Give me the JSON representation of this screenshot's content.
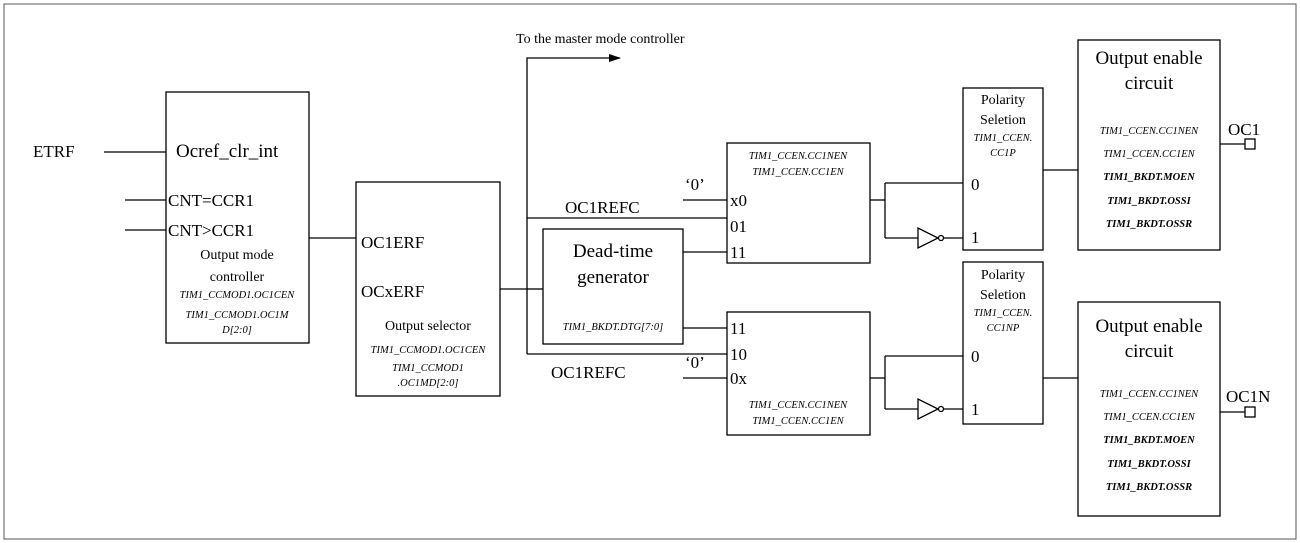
{
  "master_mode_label": "To the master mode controller",
  "inputs": {
    "etrf": "ETRF"
  },
  "ocref_block": {
    "title": "Ocref_clr_int",
    "cnt_eq": "CNT=CCR1",
    "cnt_gt": "CNT>CCR1",
    "controller_line1": "Output mode",
    "controller_line2": "controller",
    "reg1": "TIM1_CCMOD1.OC1CEN",
    "reg2_line1": "TIM1_CCMOD1.OC1M",
    "reg2_line2": "D[2:0]"
  },
  "output_selector": {
    "oc1erf": "OC1ERF",
    "ocxerf": "OCxERF",
    "title": "Output selector",
    "reg1": "TIM1_CCMOD1.OC1CEN",
    "reg2_line1": "TIM1_CCMOD1",
    "reg2_line2": ".OC1MD[2:0]"
  },
  "dead_time": {
    "line1": "Dead-time",
    "line2": "generator",
    "reg": "TIM1_BKDT.DTG[7:0]"
  },
  "signals": {
    "oc1refc_top": "OC1REFC",
    "oc1refc_bottom": "OC1REFC",
    "zero_top": "‘0’",
    "zero_bottom": "‘0’"
  },
  "mux_top": {
    "reg1": "TIM1_CCEN.CC1NEN",
    "reg2": "TIM1_CCEN.CC1EN",
    "in_x0": "x0",
    "in_01": "01",
    "in_11": "11"
  },
  "mux_bottom": {
    "in_11": "11",
    "in_10": "10",
    "in_0x": "0x",
    "reg1": "TIM1_CCEN.CC1NEN",
    "reg2": "TIM1_CCEN.CC1EN"
  },
  "polarity_top": {
    "line1": "Polarity",
    "line2": "Seletion",
    "reg_line1": "TIM1_CCEN.",
    "reg_line2": "CC1P",
    "in0": "0",
    "in1": "1"
  },
  "polarity_bottom": {
    "line1": "Polarity",
    "line2": "Seletion",
    "reg_line1": "TIM1_CCEN.",
    "reg_line2": "CC1NP",
    "in0": "0",
    "in1": "1"
  },
  "output_enable_top": {
    "title_line1": "Output enable",
    "title_line2": "circuit",
    "reg1": "TIM1_CCEN.CC1NEN",
    "reg2": "TIM1_CCEN.CC1EN",
    "reg3": "TIM1_BKDT.MOEN",
    "reg4": "TIM1_BKDT.OSSI",
    "reg5": "TIM1_BKDT.OSSR"
  },
  "output_enable_bottom": {
    "title_line1": "Output enable",
    "title_line2": "circuit",
    "reg1": "TIM1_CCEN.CC1NEN",
    "reg2": "TIM1_CCEN.CC1EN",
    "reg3": "TIM1_BKDT.MOEN",
    "reg4": "TIM1_BKDT.OSSI",
    "reg5": "TIM1_BKDT.OSSR"
  },
  "outputs": {
    "oc1": "OC1",
    "oc1n": "OC1N"
  }
}
